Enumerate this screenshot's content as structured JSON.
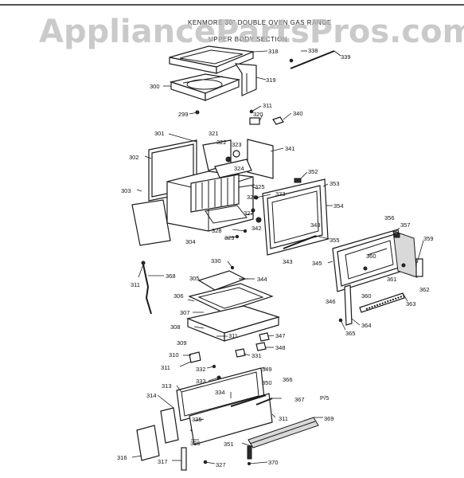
{
  "watermark": "AppliancePartsPros.com",
  "header": {
    "line1": "KENMORE 30\" DOUBLE OVEN GAS RANGE",
    "line2": "UPPER BODY SECTION"
  },
  "page_code": "P/5",
  "labels": [
    {
      "id": "318",
      "text": "318"
    },
    {
      "id": "338",
      "text": "338"
    },
    {
      "id": "339",
      "text": "339"
    },
    {
      "id": "319",
      "text": "319"
    },
    {
      "id": "300",
      "text": "300"
    },
    {
      "id": "299",
      "text": "299"
    },
    {
      "id": "311a",
      "text": "311"
    },
    {
      "id": "320",
      "text": "320"
    },
    {
      "id": "340",
      "text": "340"
    },
    {
      "id": "301",
      "text": "301"
    },
    {
      "id": "321",
      "text": "321"
    },
    {
      "id": "322",
      "text": "322"
    },
    {
      "id": "323",
      "text": "323"
    },
    {
      "id": "341",
      "text": "341"
    },
    {
      "id": "302",
      "text": "302"
    },
    {
      "id": "324",
      "text": "324"
    },
    {
      "id": "352",
      "text": "352"
    },
    {
      "id": "353",
      "text": "353"
    },
    {
      "id": "325",
      "text": "325"
    },
    {
      "id": "303",
      "text": "303"
    },
    {
      "id": "326",
      "text": "326"
    },
    {
      "id": "333a",
      "text": "333"
    },
    {
      "id": "354",
      "text": "354"
    },
    {
      "id": "327a",
      "text": "327"
    },
    {
      "id": "342",
      "text": "342"
    },
    {
      "id": "328",
      "text": "328"
    },
    {
      "id": "329",
      "text": "329"
    },
    {
      "id": "304",
      "text": "304"
    },
    {
      "id": "343a",
      "text": "343"
    },
    {
      "id": "355",
      "text": "355"
    },
    {
      "id": "356",
      "text": "356"
    },
    {
      "id": "357",
      "text": "357"
    },
    {
      "id": "359",
      "text": "359"
    },
    {
      "id": "343b",
      "text": "343"
    },
    {
      "id": "345",
      "text": "345"
    },
    {
      "id": "360a",
      "text": "360"
    },
    {
      "id": "361",
      "text": "361"
    },
    {
      "id": "362",
      "text": "362"
    },
    {
      "id": "346",
      "text": "346"
    },
    {
      "id": "360b",
      "text": "360"
    },
    {
      "id": "363",
      "text": "363"
    },
    {
      "id": "364",
      "text": "364"
    },
    {
      "id": "365",
      "text": "365"
    },
    {
      "id": "330",
      "text": "330"
    },
    {
      "id": "368",
      "text": "368"
    },
    {
      "id": "311b",
      "text": "311"
    },
    {
      "id": "305",
      "text": "305"
    },
    {
      "id": "344",
      "text": "344"
    },
    {
      "id": "306",
      "text": "306"
    },
    {
      "id": "307",
      "text": "307"
    },
    {
      "id": "308",
      "text": "308"
    },
    {
      "id": "311c",
      "text": "311"
    },
    {
      "id": "347",
      "text": "347"
    },
    {
      "id": "309",
      "text": "309"
    },
    {
      "id": "348",
      "text": "348"
    },
    {
      "id": "310",
      "text": "310"
    },
    {
      "id": "331",
      "text": "331"
    },
    {
      "id": "311d",
      "text": "311"
    },
    {
      "id": "332",
      "text": "332"
    },
    {
      "id": "349",
      "text": "349"
    },
    {
      "id": "333b",
      "text": "333"
    },
    {
      "id": "366",
      "text": "366"
    },
    {
      "id": "313",
      "text": "313"
    },
    {
      "id": "334",
      "text": "334"
    },
    {
      "id": "350",
      "text": "350"
    },
    {
      "id": "314",
      "text": "314"
    },
    {
      "id": "367b",
      "text": "367"
    },
    {
      "id": "335",
      "text": "335"
    },
    {
      "id": "311e",
      "text": "311"
    },
    {
      "id": "369",
      "text": "369"
    },
    {
      "id": "336",
      "text": "336"
    },
    {
      "id": "351",
      "text": "351"
    },
    {
      "id": "316",
      "text": "316"
    },
    {
      "id": "317",
      "text": "317"
    },
    {
      "id": "327b",
      "text": "327"
    },
    {
      "id": "370",
      "text": "370"
    }
  ]
}
